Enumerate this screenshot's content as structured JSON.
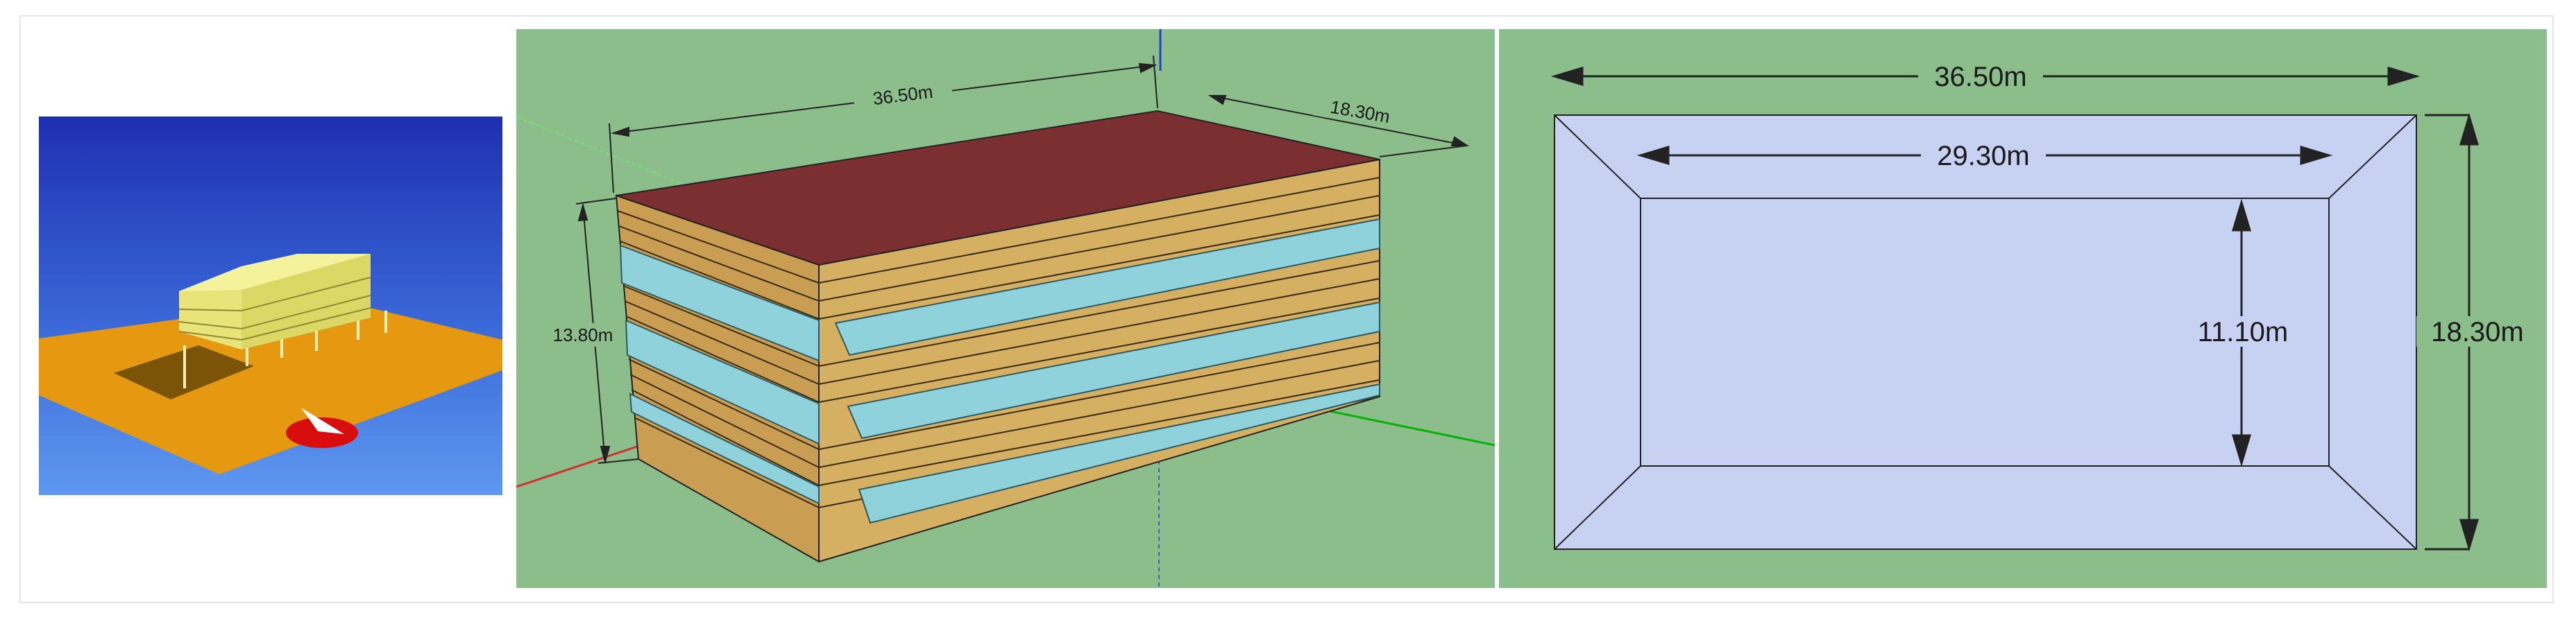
{
  "panel_3d": {
    "dim_length": "36.50m",
    "dim_width": "18.30m",
    "dim_height": "13.80m"
  },
  "panel_plan": {
    "outer_length": "36.50m",
    "inner_length": "29.30m",
    "inner_width": "11.10m",
    "outer_width": "18.30m"
  },
  "colors": {
    "model_background": "#8bbe8b",
    "roof": "#7b2f31",
    "facade": "#d8b36a",
    "glazing": "#8fd2dc",
    "plan_fill": "#c7d2f3",
    "ground": "#e49910"
  }
}
